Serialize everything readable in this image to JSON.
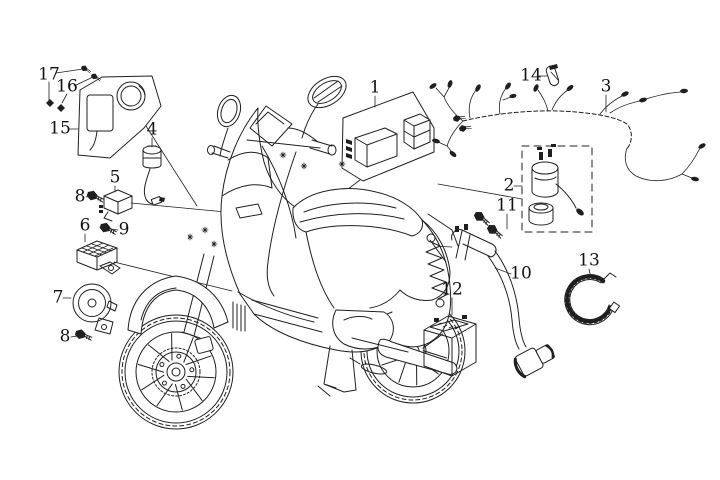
{
  "diagram": {
    "type": "exploded-parts-diagram",
    "subject": "scooter-electrical-system",
    "background_color": "#ffffff",
    "line_color": "#1f1f1f",
    "label_color": "#111111",
    "callout_count": 18
  },
  "callouts": [
    {
      "label": "1",
      "part": "cdi-and-relay-group"
    },
    {
      "label": "2",
      "part": "ignition-coil-kit"
    },
    {
      "label": "3",
      "part": "wiring-harness"
    },
    {
      "label": "4",
      "part": "ignition-switch"
    },
    {
      "label": "5",
      "part": "starter-relay"
    },
    {
      "label": "6",
      "part": "rectifier"
    },
    {
      "label": "7",
      "part": "horn"
    },
    {
      "label": "8",
      "part": "bolt-at-starter-relay"
    },
    {
      "label": "8",
      "part": "bolt-at-horn"
    },
    {
      "label": "9",
      "part": "bolt-at-rectifier"
    },
    {
      "label": "10",
      "part": "spark-plug-lead"
    },
    {
      "label": "11",
      "part": "coil-mount-bolts"
    },
    {
      "label": "12",
      "part": "battery"
    },
    {
      "label": "13",
      "part": "clamp-band"
    },
    {
      "label": "14",
      "part": "fuse"
    },
    {
      "label": "15",
      "part": "instrument-panel-unit"
    },
    {
      "label": "16",
      "part": "panel-screw-b"
    },
    {
      "label": "17",
      "part": "panel-screw-a"
    }
  ]
}
